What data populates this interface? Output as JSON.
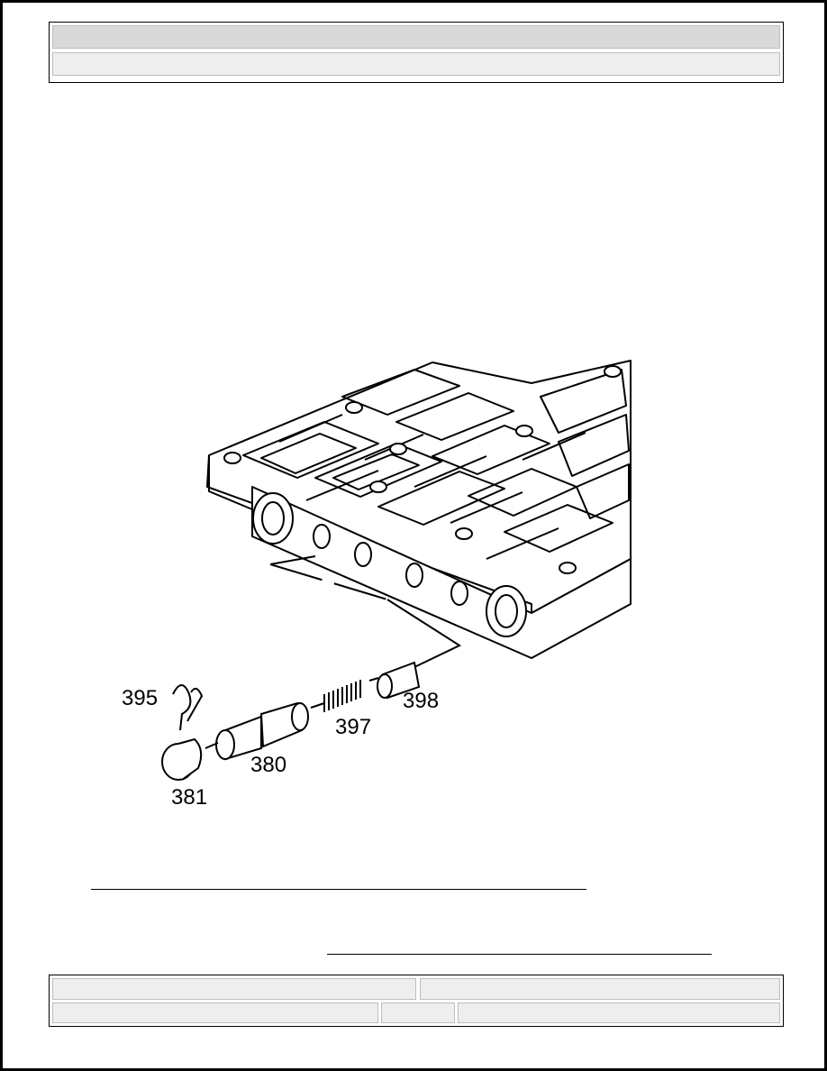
{
  "header": {
    "title": "",
    "subtitle": ""
  },
  "figure": {
    "callouts": {
      "c395": "395",
      "c381": "381",
      "c380": "380",
      "c397": "397",
      "c398": "398"
    }
  },
  "footer": {
    "cell1": "",
    "cell2": "",
    "cell3": "",
    "cell4": "",
    "cell5": ""
  },
  "colors": {
    "line": "#000000",
    "header_fill": "#e6e6e6",
    "cell_fill": "#eeeeee"
  }
}
